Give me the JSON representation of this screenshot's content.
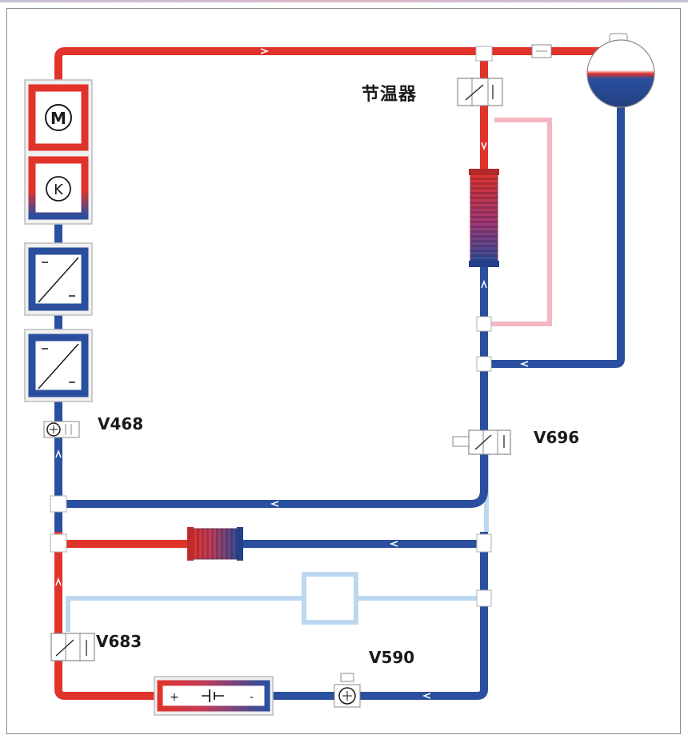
{
  "labels": {
    "thermostat": "节温器",
    "v468": "V468",
    "v696": "V696",
    "v683": "V683",
    "v590": "V590"
  },
  "symbols": {
    "motor_letter": "M",
    "clutch_letter": "K",
    "heater_plus": "+",
    "heater_minus": "-"
  },
  "colors": {
    "hot_pipe": "#e0332c",
    "cold_pipe": "#2a4f9e",
    "inactive_hot": "#f4b6c2",
    "inactive_cold": "#bcd8f0",
    "reservoir_liquid": "#23407f"
  }
}
